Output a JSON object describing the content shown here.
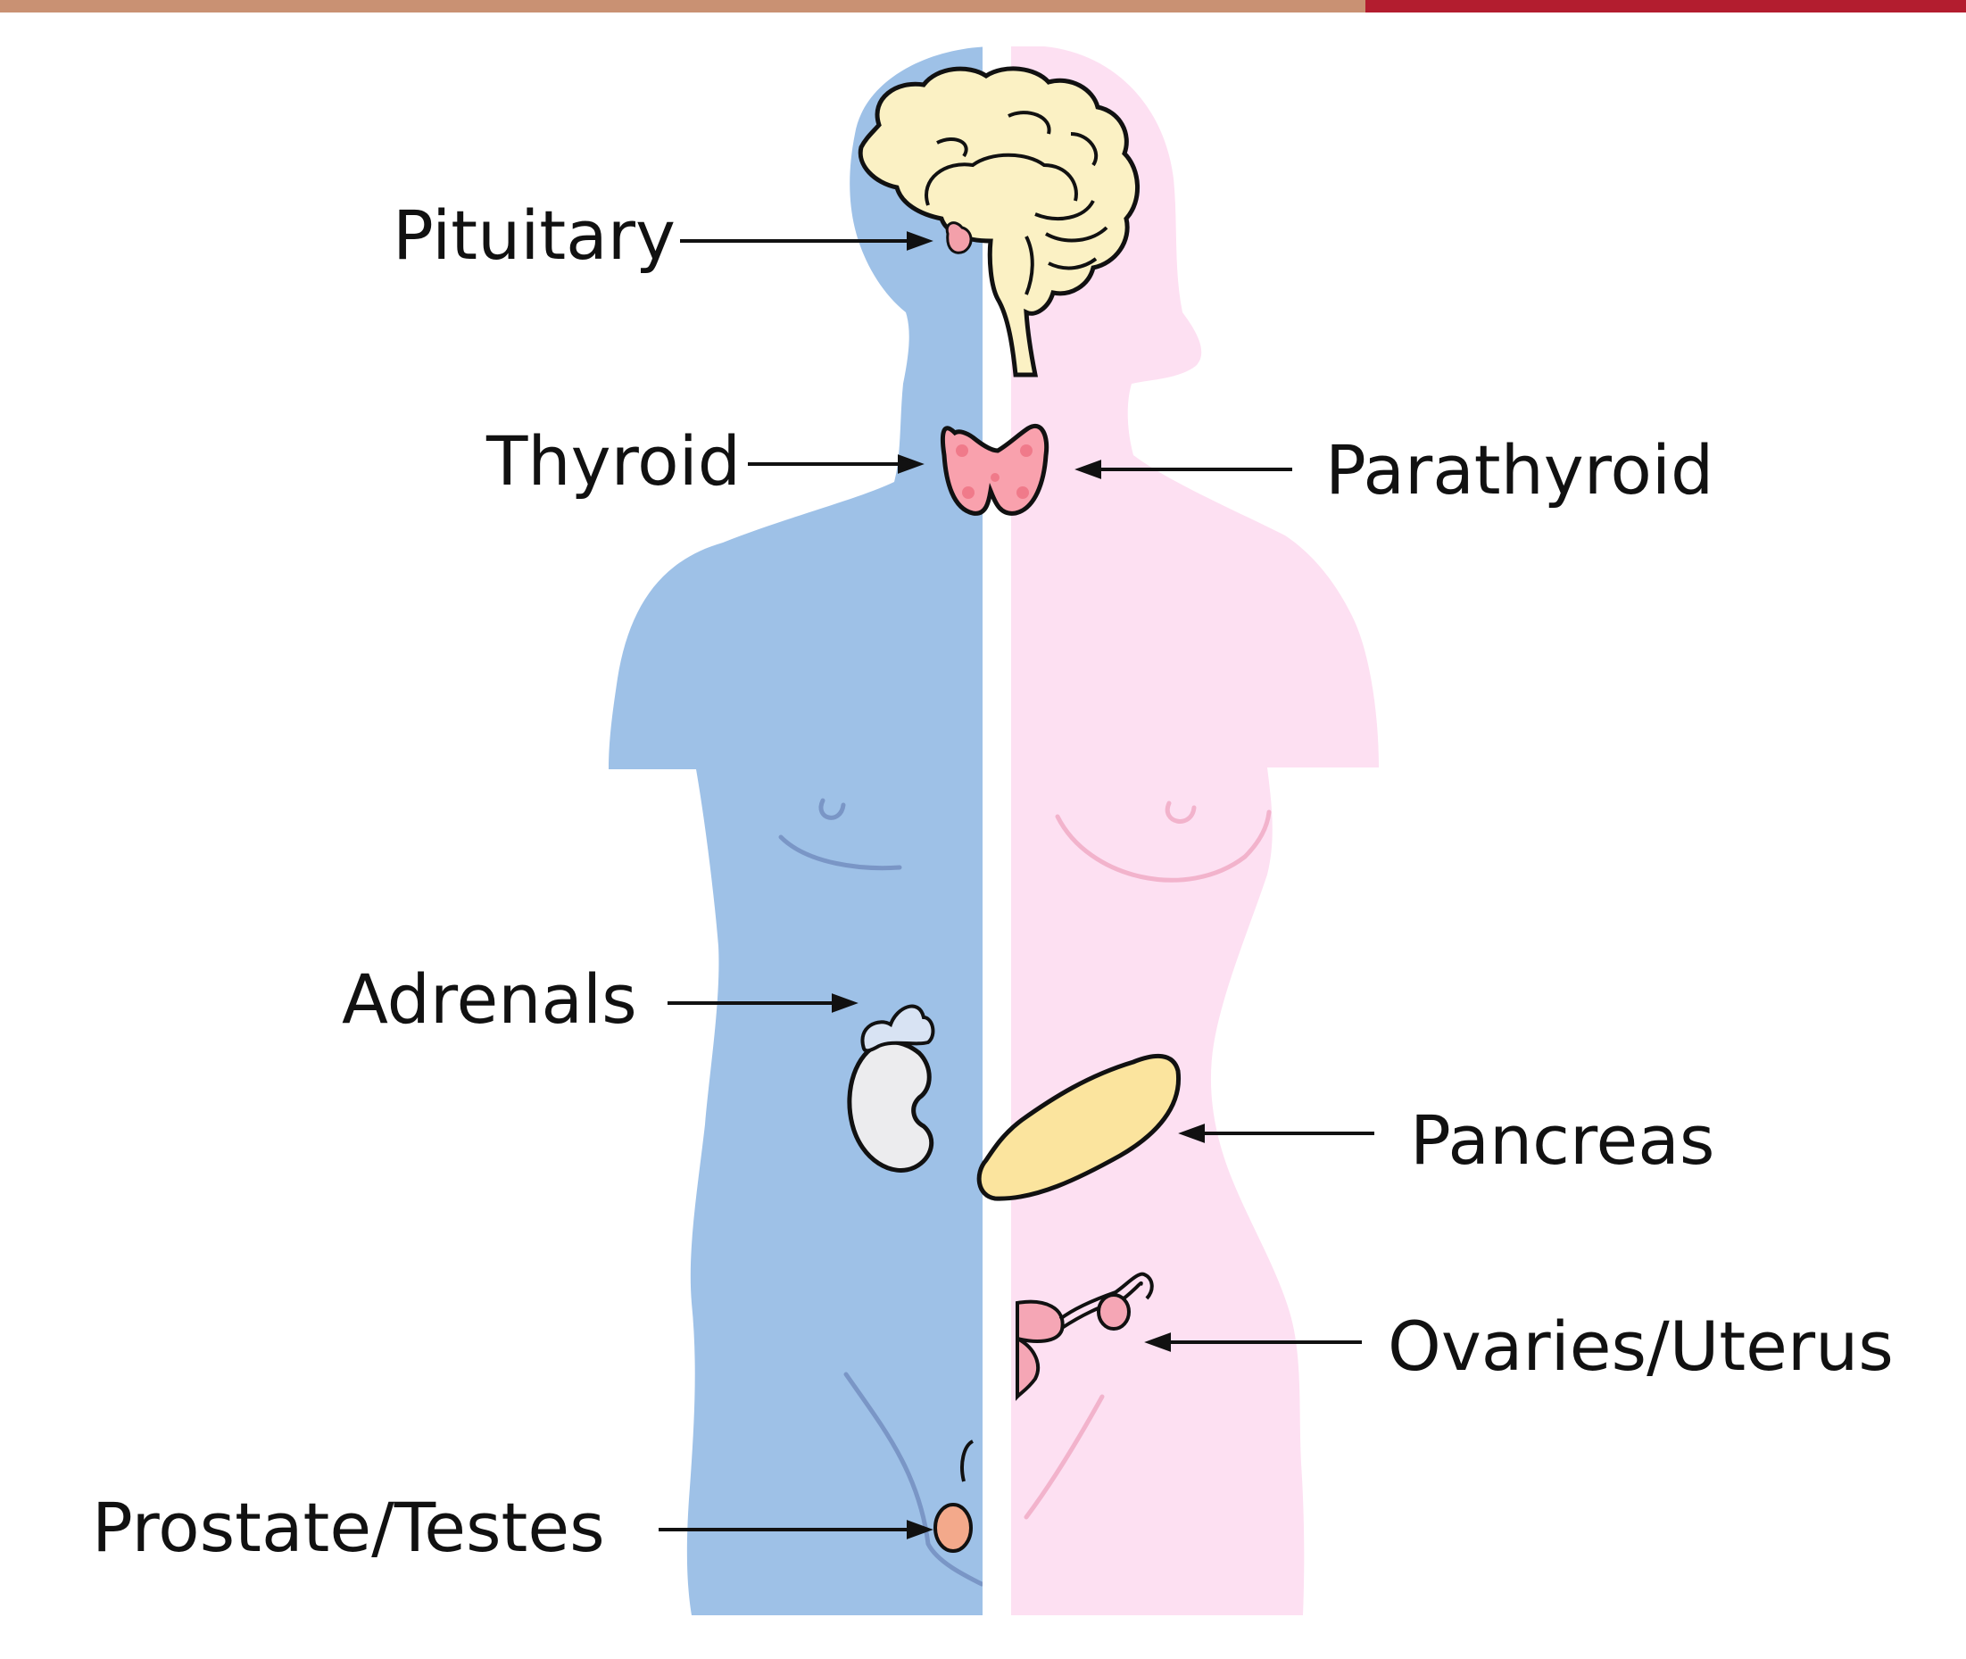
{
  "colors": {
    "male_body": "#9ec1e7",
    "female_body": "#fde0f2",
    "brain": "#fbf1c4",
    "pituitary": "#f3a0aa",
    "thyroid": "#f9a1ad",
    "thyroid_spots": "#f07a8a",
    "adrenal_kidney": "#ececee",
    "adrenal_cap": "#d8e3f3",
    "pancreas": "#fbe49e",
    "ovaries_uterus": "#f5a6b5",
    "testes": "#f3a98b",
    "outline": "#111111",
    "top_stripe": "#c99173",
    "top_stripe_right": "#b31d2f"
  },
  "labels": {
    "pituitary": "Pituitary",
    "thyroid": "Thyroid",
    "parathyroid": "Parathyroid",
    "adrenals": "Adrenals",
    "pancreas": "Pancreas",
    "ovaries_uterus": "Ovaries/Uterus",
    "prostate_testes": "Prostate/Testes"
  },
  "icons": {
    "brain": "brain-icon",
    "pituitary": "pituitary-gland-icon",
    "thyroid": "thyroid-gland-icon",
    "adrenal": "adrenal-kidney-icon",
    "pancreas": "pancreas-icon",
    "ovaries": "ovaries-uterus-icon",
    "testes": "testes-icon"
  }
}
